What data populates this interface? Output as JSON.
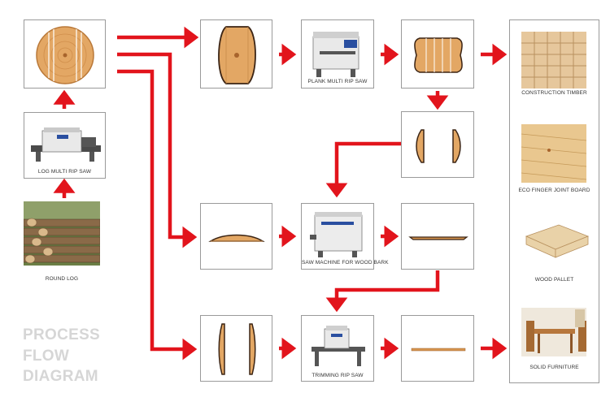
{
  "title": {
    "line1": "PROCESS",
    "line2": "FLOW",
    "line3": "DIAGRAM"
  },
  "labels": {
    "log_multi_rip_saw": "LOG MULTI RIP SAW",
    "round_log": "ROUND LOG",
    "plank_multi_rip_saw": "PLANK MULTI RIP SAW",
    "saw_machine_for_wood_bark": "SAW MACHINE FOR WOOD BARK",
    "trimming_rip_saw": "TRIMMING RIP SAW",
    "construction_timber": "CONSTRUCTION TIMBER",
    "eco_finger_joint_board": "ECO FINGER JOINT BOARD",
    "wood_pallet": "WOOD PALLET",
    "solid_furniture": "SOLID FURNITURE"
  },
  "colors": {
    "arrow": "#e2141c",
    "box_border": "#9a9a9a",
    "wood": "#e0a25a",
    "bark": "#3b2414",
    "title": "#d6d6d6"
  }
}
